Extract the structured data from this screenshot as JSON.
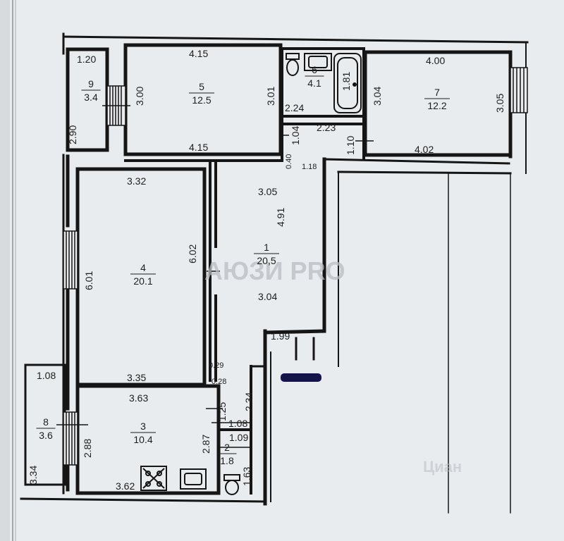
{
  "plan": {
    "watermark": "АЮЗИ PRO",
    "corner_watermark": "Циан",
    "rooms": [
      {
        "id": "1",
        "area": "20,5",
        "name": "room-1"
      },
      {
        "id": "2",
        "area": "1.8",
        "name": "room-2"
      },
      {
        "id": "3",
        "area": "10.4",
        "name": "room-3"
      },
      {
        "id": "4",
        "area": "20.1",
        "name": "room-4"
      },
      {
        "id": "5",
        "area": "12.5",
        "name": "room-5"
      },
      {
        "id": "6",
        "area": "4.1",
        "name": "room-6"
      },
      {
        "id": "7",
        "area": "12.2",
        "name": "room-7"
      },
      {
        "id": "8",
        "area": "3.6",
        "name": "room-8"
      },
      {
        "id": "9",
        "area": "3.4",
        "name": "room-9"
      }
    ],
    "dimensions": [
      "1.20",
      "4.15",
      "3.00",
      "3.01",
      "2.90",
      "4.15",
      "1.81",
      "2.24",
      "2.23",
      "1.04",
      "1.10",
      "0.40",
      "1.18",
      "4.00",
      "3.04",
      "3.05",
      "4.02",
      "3.32",
      "6.01",
      "6.02",
      "3.35",
      "3.05",
      "4.91",
      "3.04",
      "1.99",
      "0.29",
      "0.28",
      "2.34",
      "3.63",
      "1.25",
      "2.88",
      "2.87",
      "3.62",
      "1.08",
      "1.09",
      "1.63",
      "1.08",
      "3.34"
    ]
  }
}
